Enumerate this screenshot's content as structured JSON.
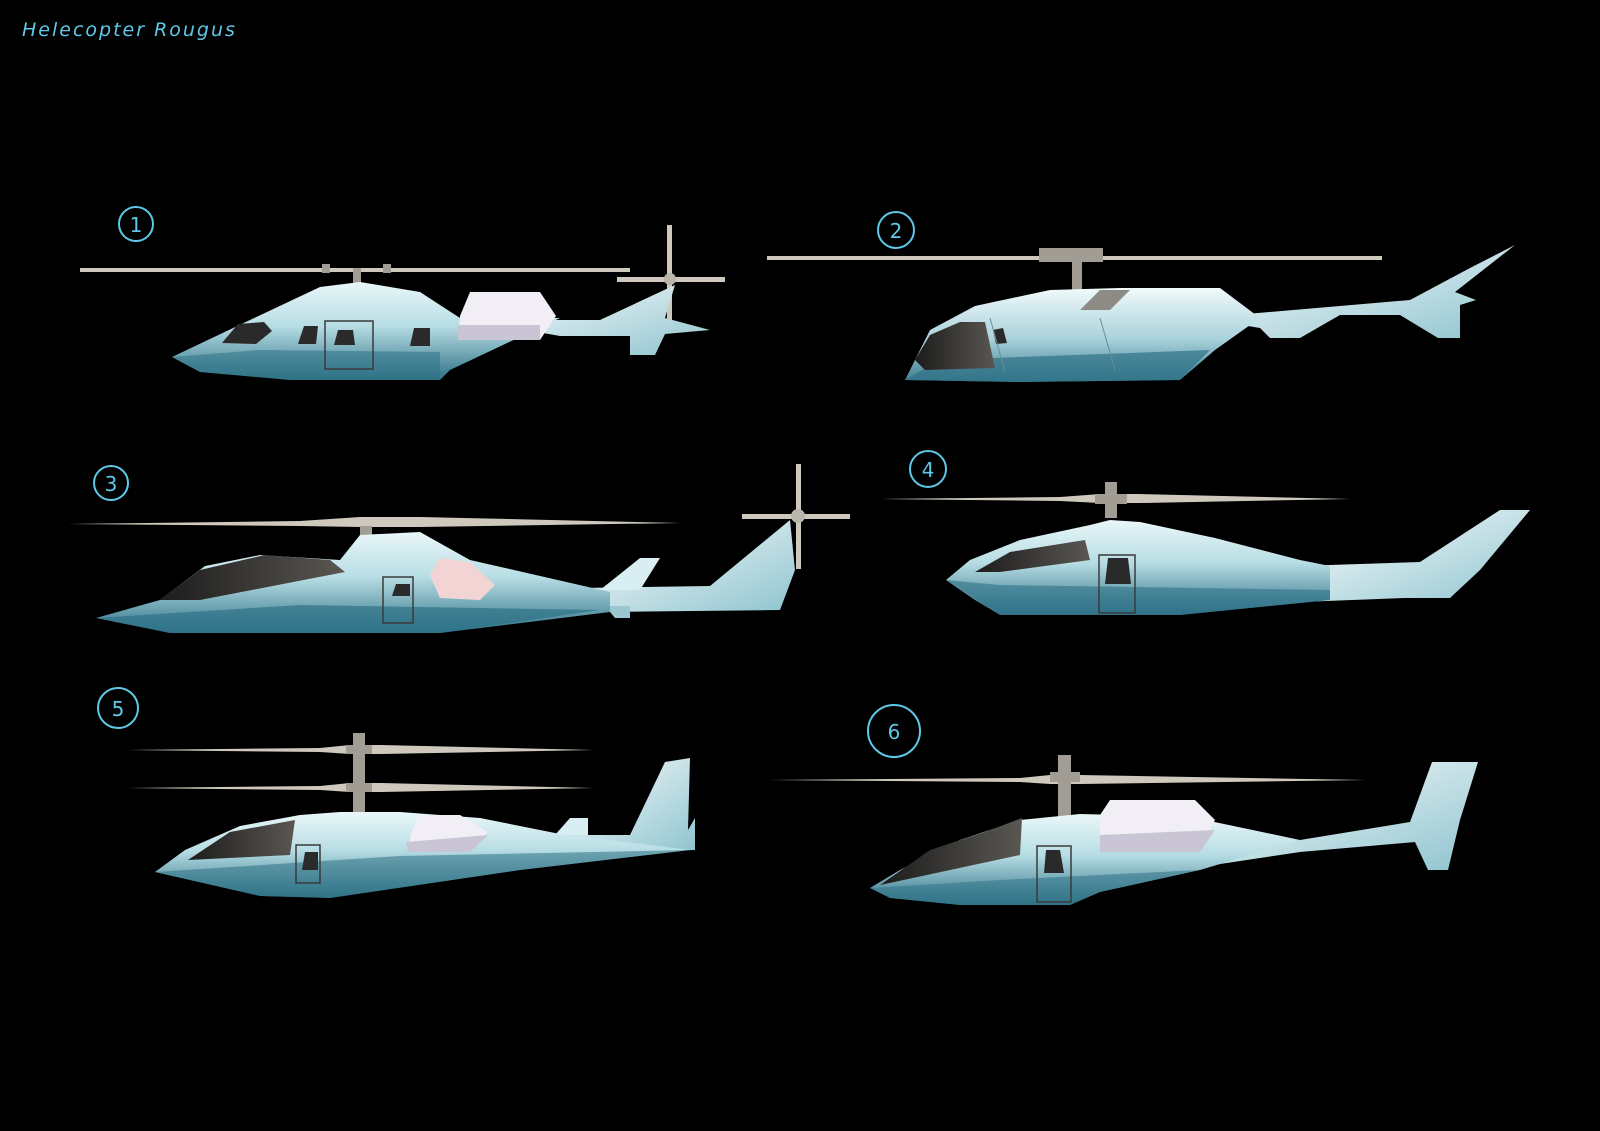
{
  "title": "Helecopter Rougus",
  "background": "#000000",
  "accent": "#5ec8e8",
  "palette": {
    "body_light": "#e3f3f6",
    "body_mid": "#a9d3dc",
    "body_dark": "#2f7287",
    "canopy": "#2a2a2a",
    "rotor": "#cfc9bd",
    "mast": "#a19d95",
    "panel_pink": "#f2d4d4"
  },
  "concepts": [
    {
      "number": "1"
    },
    {
      "number": "2"
    },
    {
      "number": "3"
    },
    {
      "number": "4"
    },
    {
      "number": "5"
    },
    {
      "number": "6"
    }
  ]
}
